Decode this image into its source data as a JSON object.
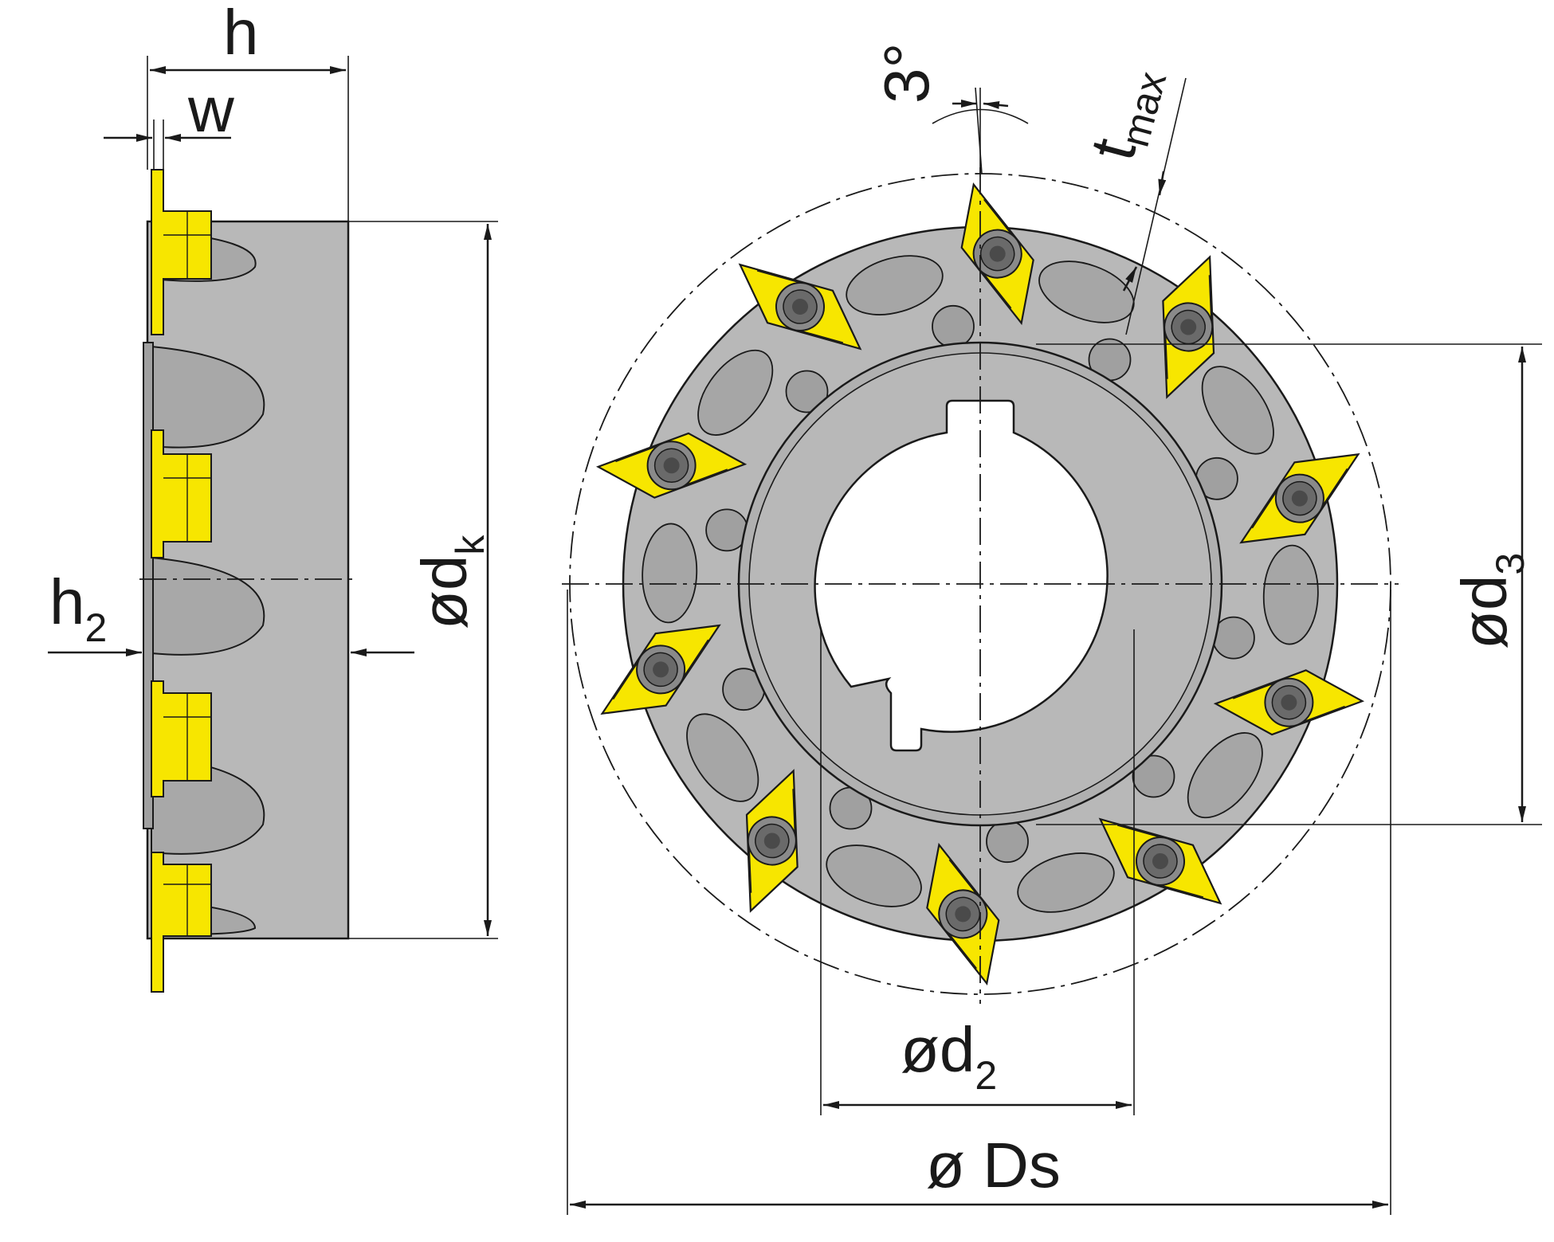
{
  "labels": {
    "h": "h",
    "w": "w",
    "h2_main": "h",
    "h2_sub": "2",
    "dk_main": "ød",
    "dk_sub": "k",
    "d3_main": "ød",
    "d3_sub": "3",
    "d2_main": "ød",
    "d2_sub": "2",
    "ds": "ø Ds",
    "angle": "3°",
    "tmax_main": "t",
    "tmax_sub": "max"
  },
  "colors": {
    "insert": "#f7e600",
    "body": "#b8b8b8",
    "body_dark": "#9a9a9a",
    "line": "#1a1a1a"
  },
  "insert_count": 10
}
